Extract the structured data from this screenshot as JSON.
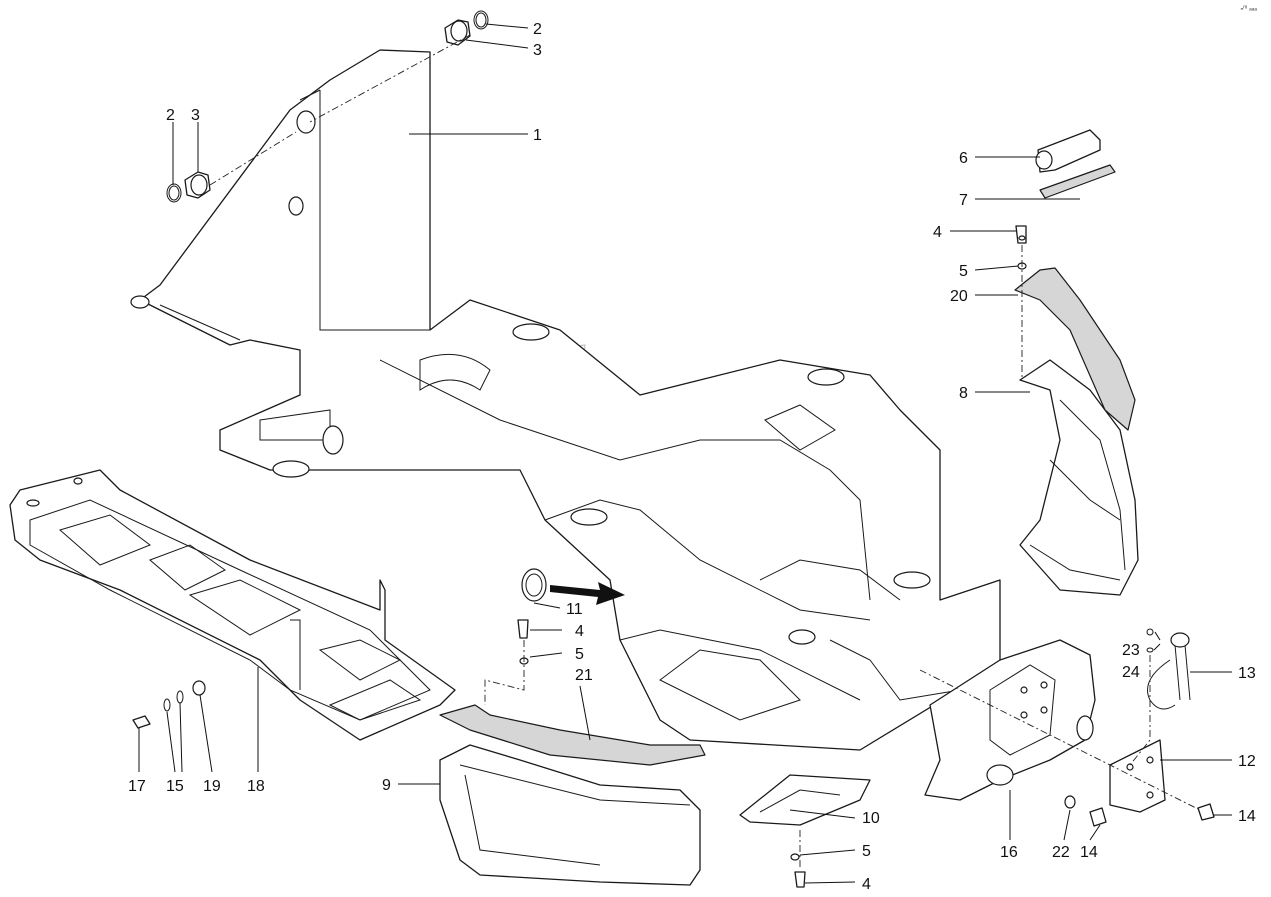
{
  "corner_mark": "ₙᵐ ₐₐₐ",
  "callouts": [
    {
      "label": "1"
    },
    {
      "label": "2"
    },
    {
      "label": "3"
    },
    {
      "label": "2"
    },
    {
      "label": "3"
    },
    {
      "label": "6"
    },
    {
      "label": "7"
    },
    {
      "label": "4"
    },
    {
      "label": "5"
    },
    {
      "label": "20"
    },
    {
      "label": "8"
    },
    {
      "label": "11"
    },
    {
      "label": "4"
    },
    {
      "label": "5"
    },
    {
      "label": "21"
    },
    {
      "label": "17"
    },
    {
      "label": "15"
    },
    {
      "label": "19"
    },
    {
      "label": "18"
    },
    {
      "label": "9"
    },
    {
      "label": "10"
    },
    {
      "label": "5"
    },
    {
      "label": "4"
    },
    {
      "label": "23"
    },
    {
      "label": "24"
    },
    {
      "label": "13"
    },
    {
      "label": "12"
    },
    {
      "label": "14"
    },
    {
      "label": "16"
    },
    {
      "label": "22"
    },
    {
      "label": "14"
    }
  ]
}
